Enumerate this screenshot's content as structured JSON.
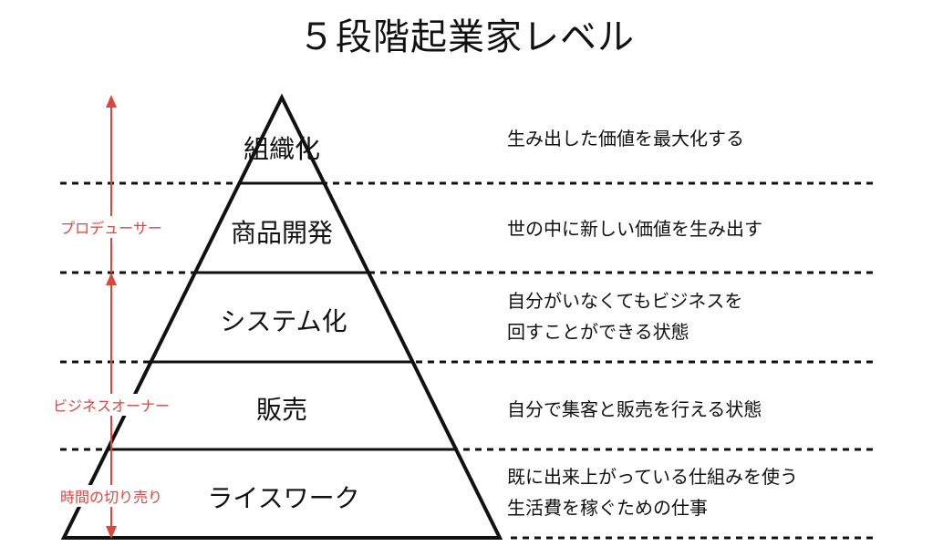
{
  "title": "５段階起業家レベル",
  "levels": [
    {
      "label": "組織化",
      "description": "生み出した価値を最大化する"
    },
    {
      "label": "商品開発",
      "description": "世の中に新しい価値を生み出す"
    },
    {
      "label": "システム化",
      "description": "自分がいなくてもビジネスを\n回すことができる状態"
    },
    {
      "label": "販売",
      "description": "自分で集客と販売を行える状態"
    },
    {
      "label": "ライスワーク",
      "description": "既に出来上がっている仕組みを使う\n生活費を稼ぐための仕事"
    }
  ],
  "roles": [
    {
      "label": "プロデューサー"
    },
    {
      "label": "ビジネスオーナー"
    },
    {
      "label": "時間の切り売り"
    }
  ],
  "colors": {
    "arrow": "#d9473f",
    "lines": "#111111"
  }
}
